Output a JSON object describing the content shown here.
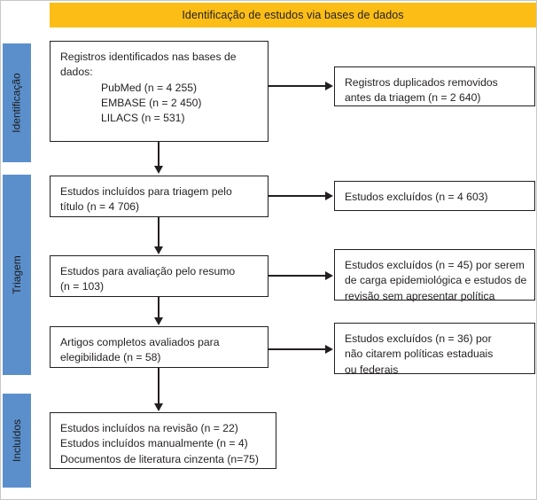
{
  "banner": {
    "title": "Identificação de estudos via bases de dados"
  },
  "stages": [
    {
      "key": "identificacao",
      "label": "Identificação"
    },
    {
      "key": "triagem",
      "label": "Triagem"
    },
    {
      "key": "incluidos",
      "label": "Incluídos"
    }
  ],
  "boxes": {
    "identified": {
      "line1": "Registros identificados nas bases de",
      "line2": "dados:",
      "line3": "PubMed (n = 4 255)",
      "line4": "EMBASE (n = 2 450)",
      "line5": "LILACS (n = 531)"
    },
    "duplicates": {
      "line1": "Registros duplicados removidos",
      "line2": "antes da triagem (n = 2 640)"
    },
    "screened_title": {
      "line1": "Estudos incluídos para triagem pelo",
      "line2": "título (n = 4 706)"
    },
    "excluded_title": {
      "line1": "Estudos excluídos (n = 4 603)"
    },
    "abstract_eval": {
      "line1": "Estudos para avaliação pelo resumo",
      "line2": "(n = 103)"
    },
    "excluded_abstract": {
      "line1": "Estudos excluídos (n = 45) por serem",
      "line2": "de carga epidemiológica e estudos de",
      "line3": "revisão sem apresentar política"
    },
    "fulltext_eval": {
      "line1": "Artigos completos avaliados para",
      "line2": "elegibilidade (n = 58)"
    },
    "excluded_fulltext": {
      "line1": "Estudos excluídos (n = 36) por",
      "line2": "não citarem políticas estaduais",
      "line3": "ou federais"
    },
    "included": {
      "line1": "Estudos incluídos na revisão (n = 22)",
      "line2": "Estudos incluídos manualmente (n = 4)",
      "line3": "Documentos de literatura cinzenta (n=75)"
    }
  },
  "colors": {
    "banner_background": "#FCBE16",
    "stage_background": "#5B8FCC",
    "box_border": "#231f20",
    "text": "#231f20",
    "connector": "#231f20",
    "page_background": "#FFFFFF"
  }
}
